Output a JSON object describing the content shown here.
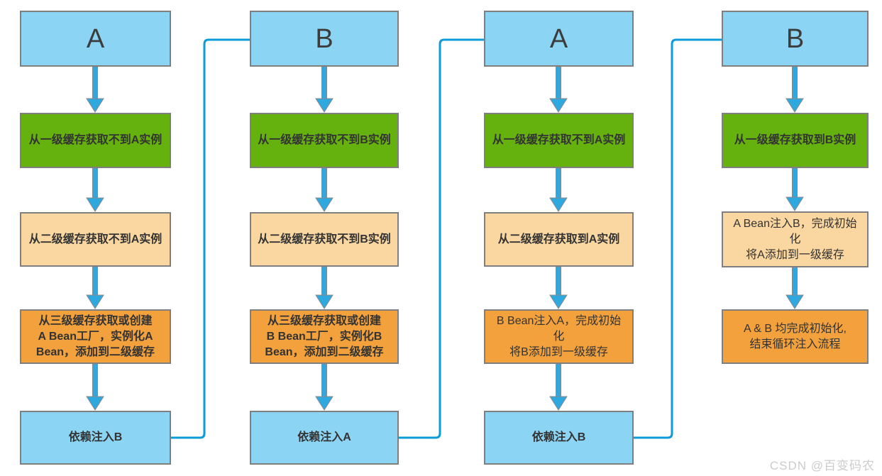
{
  "diagram": {
    "type": "flowchart",
    "topic": "Spring three-level cache circular dependency injection flow"
  },
  "colors": {
    "node_blue": "#8bd4f4",
    "node_green": "#65b10e",
    "node_peach": "#fad7a0",
    "node_orange": "#f2a13c",
    "node_border": "#7f7f7f",
    "arrow_blue": "#2fa8e0",
    "connector_blue": "#0e9cd9",
    "text": "#333333"
  },
  "columns": [
    {
      "id": 1,
      "nodes": [
        {
          "text": "A"
        },
        {
          "text": "从一级缓存获取不到A实例"
        },
        {
          "text": "从二级缓存获取不到A实例"
        },
        {
          "text": "从三级缓存获取或创建\nA Bean工厂，实例化A\nBean，添加到二级缓存"
        },
        {
          "text": "依赖注入B"
        }
      ]
    },
    {
      "id": 2,
      "nodes": [
        {
          "text": "B"
        },
        {
          "text": "从一级缓存获取不到B实例"
        },
        {
          "text": "从二级缓存获取不到B实例"
        },
        {
          "text": "从三级缓存获取或创建\nB Bean工厂，实例化B\nBean，添加到二级缓存"
        },
        {
          "text": "依赖注入A"
        }
      ]
    },
    {
      "id": 3,
      "nodes": [
        {
          "text": "A"
        },
        {
          "text": "从一级缓存获取不到A实例"
        },
        {
          "text": "从二级缓存获取到A实例"
        },
        {
          "text": "B Bean注入A，完成初始化\n将B添加到一级缓存"
        },
        {
          "text": "依赖注入B"
        }
      ]
    },
    {
      "id": 4,
      "nodes": [
        {
          "text": "B"
        },
        {
          "text": "从一级缓存获取到B实例"
        },
        {
          "text": "A Bean注入B，完成初始化\n将A添加到一级缓存"
        },
        {
          "text": "A & B 均完成初始化,\n结束循环注入流程"
        }
      ]
    }
  ],
  "watermark": {
    "text": "CSDN @百变码农"
  }
}
